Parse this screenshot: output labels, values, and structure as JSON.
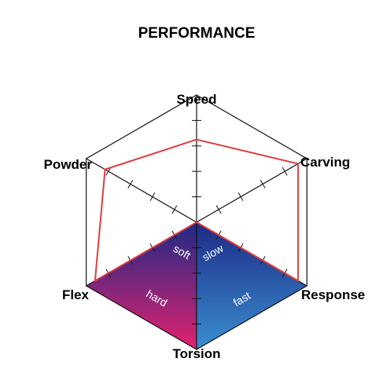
{
  "chart_data": {
    "type": "radar",
    "title": "PERFORMANCE",
    "axes": [
      {
        "name": "Speed",
        "value": 0.65
      },
      {
        "name": "Carving",
        "value": 0.92
      },
      {
        "name": "Response",
        "value": 0.92
      },
      {
        "name": "Torsion",
        "value": 0.0
      },
      {
        "name": "Flex",
        "value": 0.92
      },
      {
        "name": "Powder",
        "value": 0.83
      }
    ],
    "range": [
      0,
      1
    ],
    "tick_count": 4,
    "series": [
      {
        "values": [
          0.65,
          0.92,
          0.92,
          0.0,
          0.92,
          0.83
        ],
        "color": "#e03c3c"
      }
    ],
    "zone_labels": {
      "top_left": "soft",
      "top_right": "slow",
      "bottom_left": "hard",
      "bottom_right": "fast"
    },
    "colors": {
      "grid": "#111111",
      "gradient_top": "#1d2a86",
      "gradient_left": "#e3226f",
      "gradient_right": "#3a8fd0"
    }
  }
}
